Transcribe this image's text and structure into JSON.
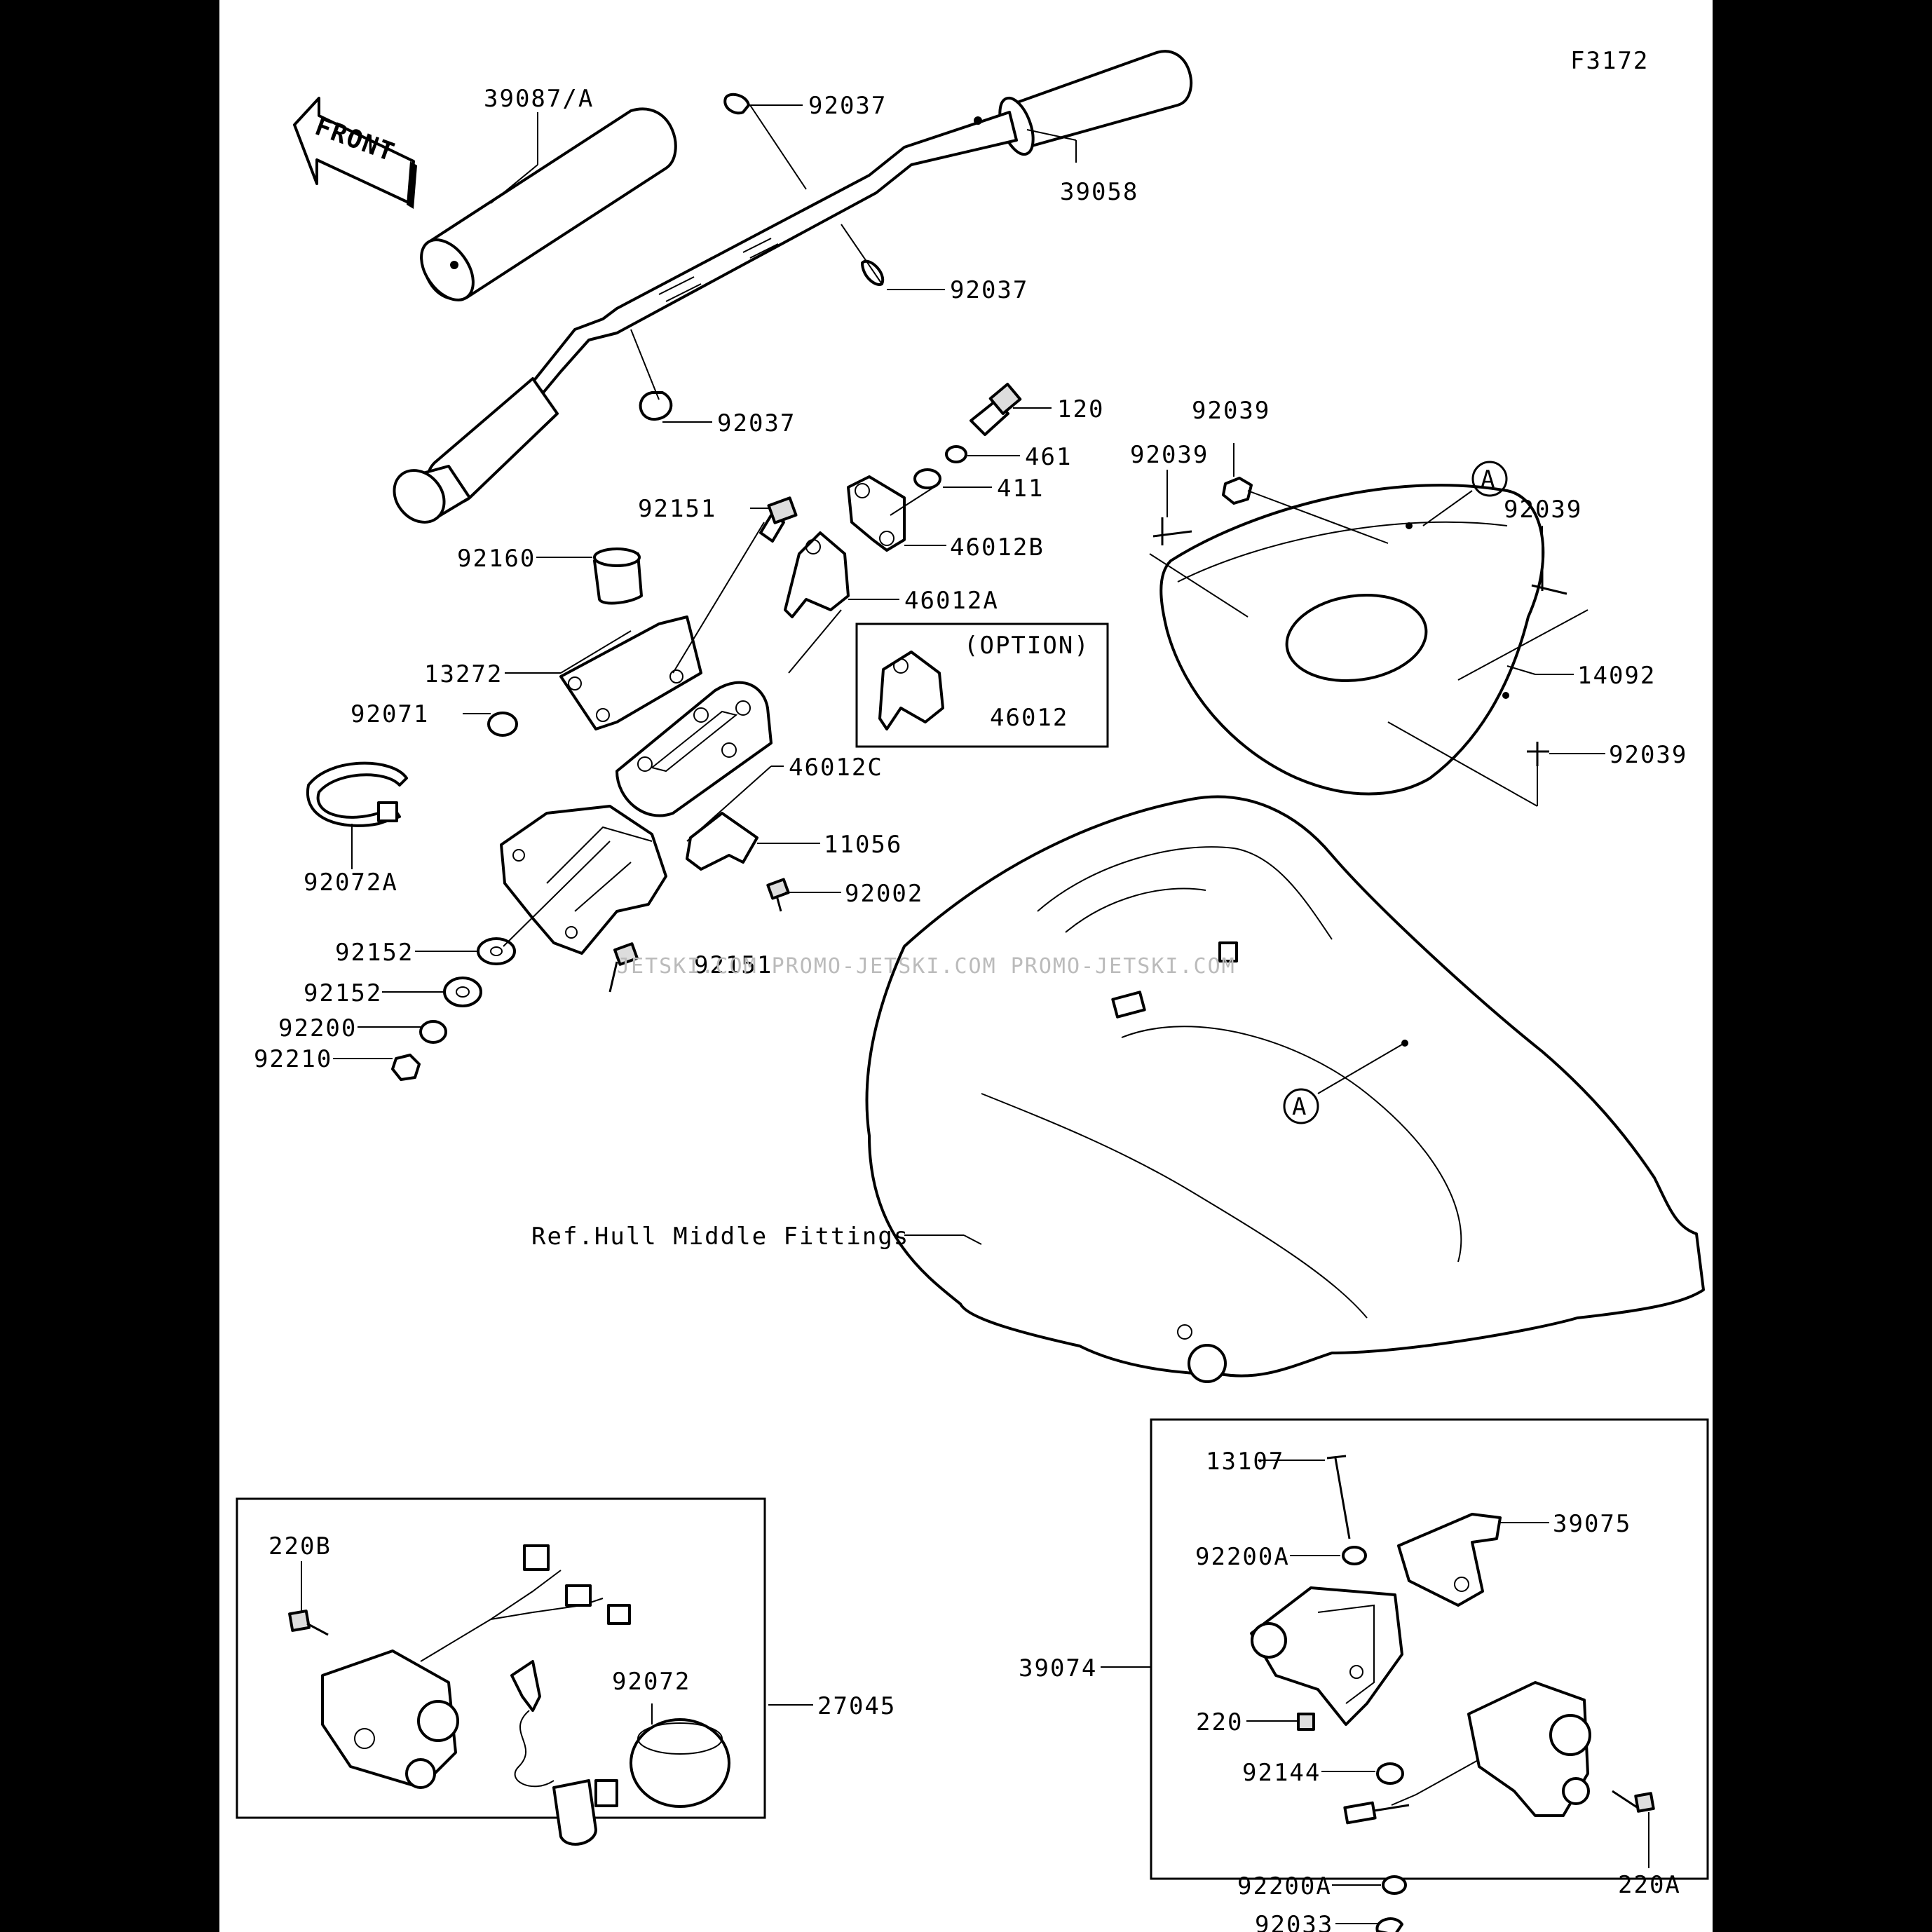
{
  "figure_code": "F3172",
  "front_label": "FRONT",
  "option_label": "(OPTION)",
  "ref_label": "Ref.Hull Middle Fittings",
  "watermark": "JETSKI.COM  PROMO-JETSKI.COM  PROMO-JETSKI.COM",
  "ref_marker": "A",
  "parts": {
    "p39087A": "39087/A",
    "p92037a": "92037",
    "p39058": "39058",
    "p92037b": "92037",
    "p92037c": "92037",
    "p120": "120",
    "p461": "461",
    "p411": "411",
    "p92151a": "92151",
    "p46012B": "46012B",
    "p92160": "92160",
    "p46012A": "46012A",
    "p46012": "46012",
    "p13272": "13272",
    "p92071": "92071",
    "p46012C": "46012C",
    "p92072A": "92072A",
    "p11056": "11056",
    "p92002": "92002",
    "p92152a": "92152",
    "p92151b": "92151",
    "p92152b": "92152",
    "p92200": "92200",
    "p92210": "92210",
    "p92039a": "92039",
    "p92039b": "92039",
    "p92039c": "92039",
    "p92039d": "92039",
    "p14092": "14092",
    "p220B": "220B",
    "p92072": "92072",
    "p27045": "27045",
    "p13107": "13107",
    "p39075": "39075",
    "p92200A_a": "92200A",
    "p39074": "39074",
    "p220": "220",
    "p92144": "92144",
    "p92200A_b": "92200A",
    "p92033": "92033",
    "p220A": "220A"
  }
}
